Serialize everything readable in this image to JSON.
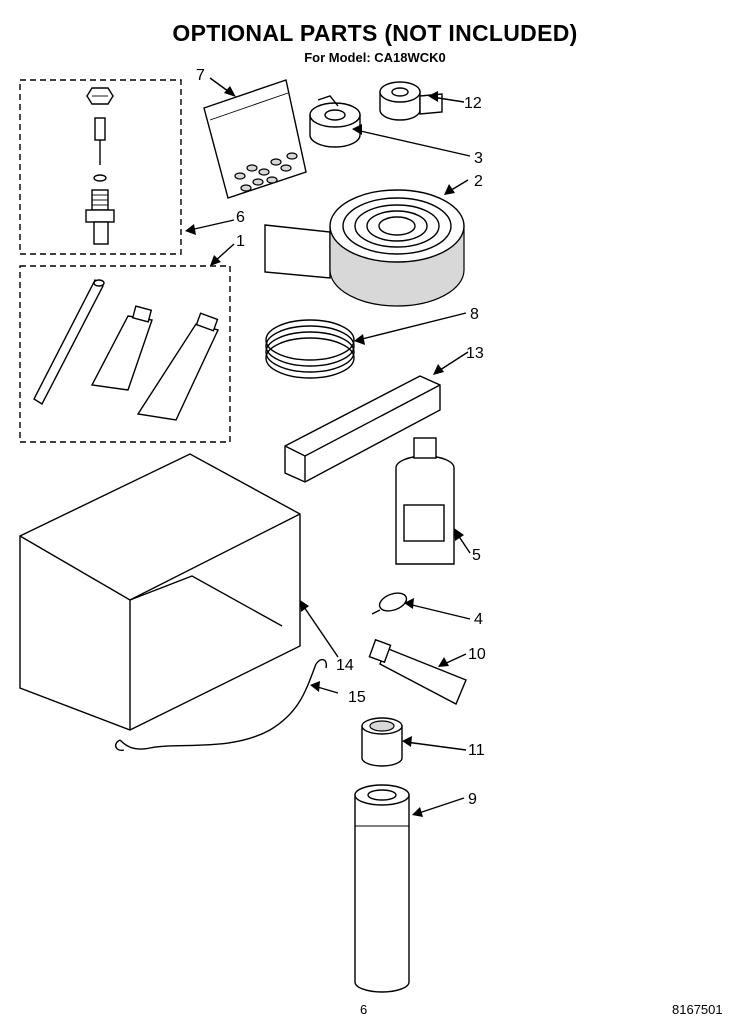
{
  "header": {
    "title": "OPTIONAL PARTS (NOT INCLUDED)",
    "subtitle": "For Model: CA18WCK0"
  },
  "callouts": [
    "1",
    "2",
    "3",
    "4",
    "5",
    "6",
    "7",
    "8",
    "9",
    "10",
    "11",
    "12",
    "13",
    "14",
    "15"
  ],
  "footer": {
    "page_number": "6",
    "document_number": "8167501"
  }
}
